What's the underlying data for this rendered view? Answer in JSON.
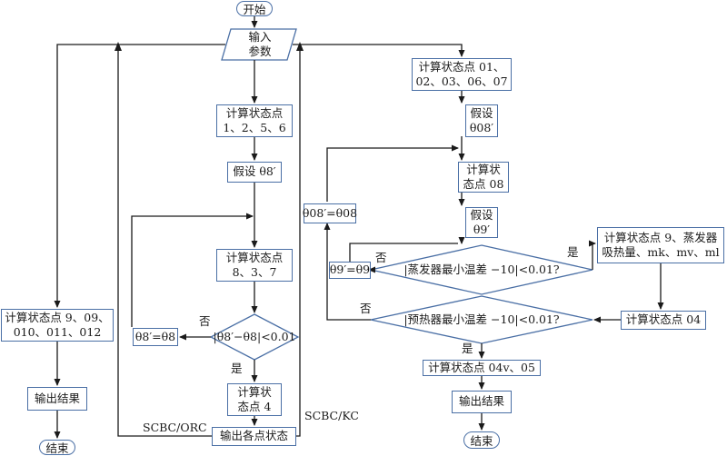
{
  "nodes": {
    "start": "开始",
    "input_line1": "输入",
    "input_line2": "参数",
    "calc_1256_line1": "计算状态点",
    "calc_1256_line2": "1、2、5、6",
    "assume_theta8": "假设 θ8′",
    "calc_837_line1": "计算状态点",
    "calc_837_line2": "8、3、7",
    "cond_theta8": "|θ8′−θ8|<0.01",
    "set_theta8": "θ8′=θ8",
    "calc_4_line1": "计算状",
    "calc_4_line2": "态点 4",
    "output_states": "输出各点状态",
    "calc_left_line1": "计算状态点 9、09、",
    "calc_left_line2": "010、011、012",
    "output_left": "输出结果",
    "end_left": "结束",
    "calc_right_line1": "计算状态点 01、",
    "calc_right_line2": "02、03、06、07",
    "assume_theta08_line1": "假设",
    "assume_theta08_line2": "θ08′",
    "calc_08_line1": "计算状",
    "calc_08_line2": "态点 08",
    "assume_theta9_line1": "假设",
    "assume_theta9_line2": "θ9′",
    "set_theta08": "θ08′=θ08",
    "set_theta9": "θ9′=θ9",
    "cond_evap": "|蒸发器最小温差 −10|<0.01?",
    "cond_preheat": "|预热器最小温差 −10|<0.01?",
    "calc_9_line1": "计算状态点 9、蒸发器",
    "calc_9_line2": "吸热量、mk、mv、ml",
    "calc_04": "计算状态点 04",
    "calc_04v": "计算状态点 04v、05",
    "output_right": "输出结果",
    "end_right": "结束"
  },
  "labels": {
    "no_theta8": "否",
    "yes_theta8": "是",
    "no_evap": "否",
    "yes_evap": "是",
    "no_preheat": "否",
    "yes_preheat": "是",
    "scbc_orc": "SCBC/ORC",
    "scbc_kc": "SCBC/KC"
  },
  "colors": {
    "line": "#1a1a1a",
    "border": "#4a6fa5"
  }
}
